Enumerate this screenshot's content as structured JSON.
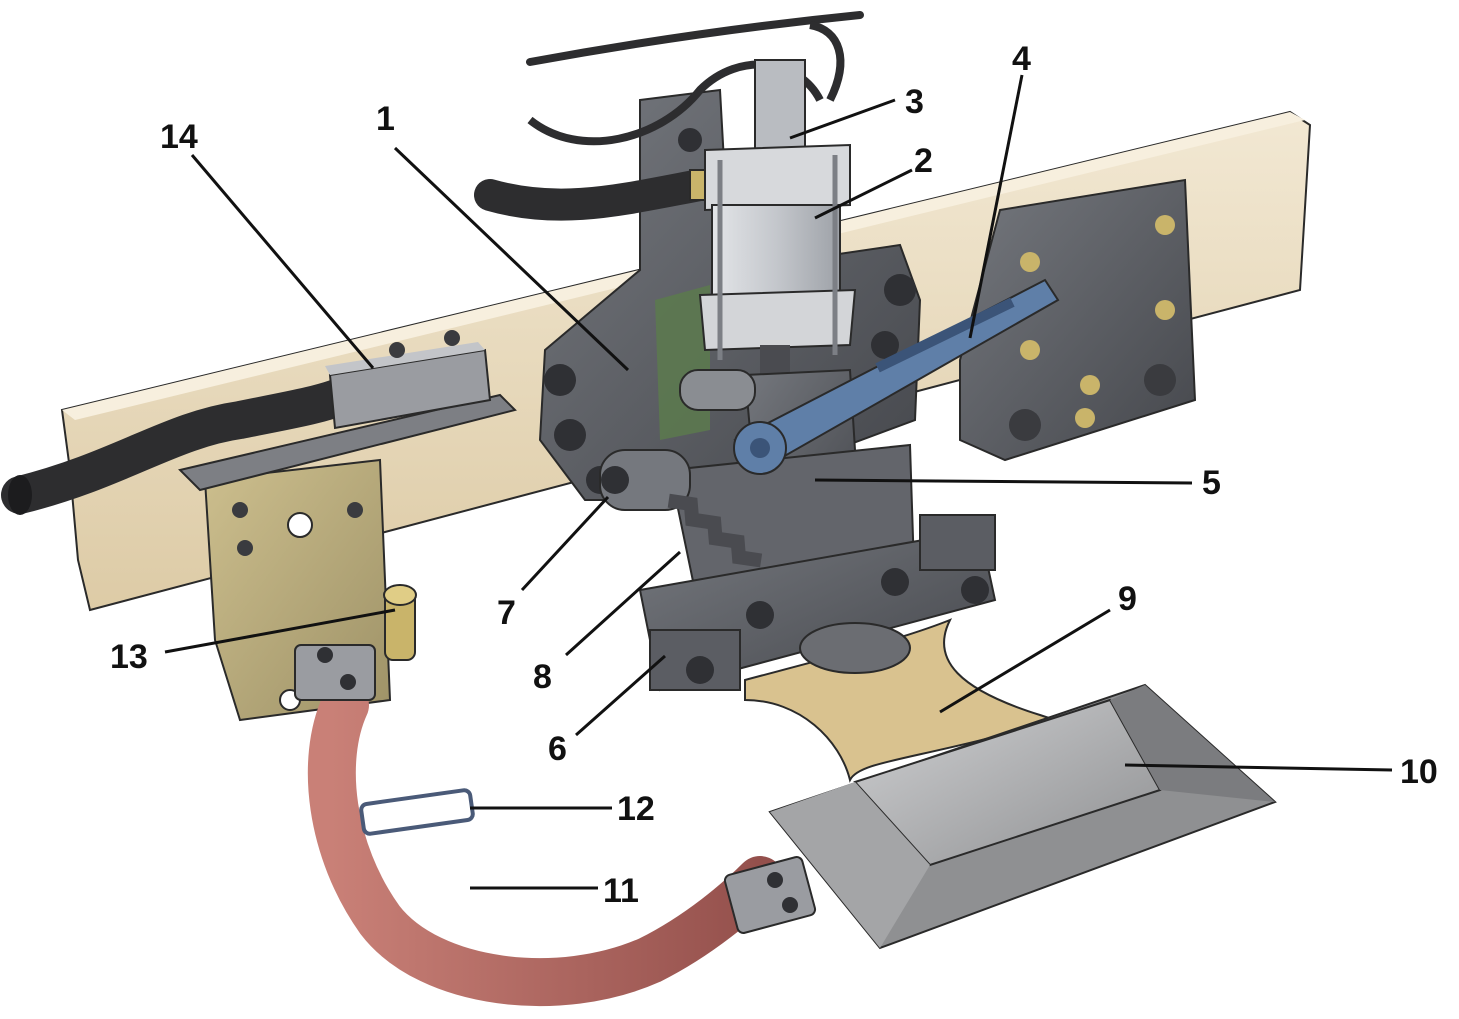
{
  "callouts": [
    {
      "id": "1",
      "label": "1"
    },
    {
      "id": "2",
      "label": "2"
    },
    {
      "id": "3",
      "label": "3"
    },
    {
      "id": "4",
      "label": "4"
    },
    {
      "id": "5",
      "label": "5"
    },
    {
      "id": "6",
      "label": "6"
    },
    {
      "id": "7",
      "label": "7"
    },
    {
      "id": "8",
      "label": "8"
    },
    {
      "id": "9",
      "label": "9"
    },
    {
      "id": "10",
      "label": "10"
    },
    {
      "id": "11",
      "label": "11"
    },
    {
      "id": "12",
      "label": "12"
    },
    {
      "id": "13",
      "label": "13"
    },
    {
      "id": "14",
      "label": "14"
    }
  ],
  "colors": {
    "beam_wood": "#eadcc0",
    "bracket_brass": "#b9ad7f",
    "steel_dark": "#5b5d63",
    "steel_light": "#b9bcc1",
    "cylinder": "#c9ccd1",
    "lever_blue": "#5f7fa8",
    "insulator_wood": "#d9c28f",
    "skid_plate": "#a8a9ab",
    "shunt_copper": "#b56360",
    "hose_black": "#2d2d2f",
    "leader": "#111111"
  }
}
